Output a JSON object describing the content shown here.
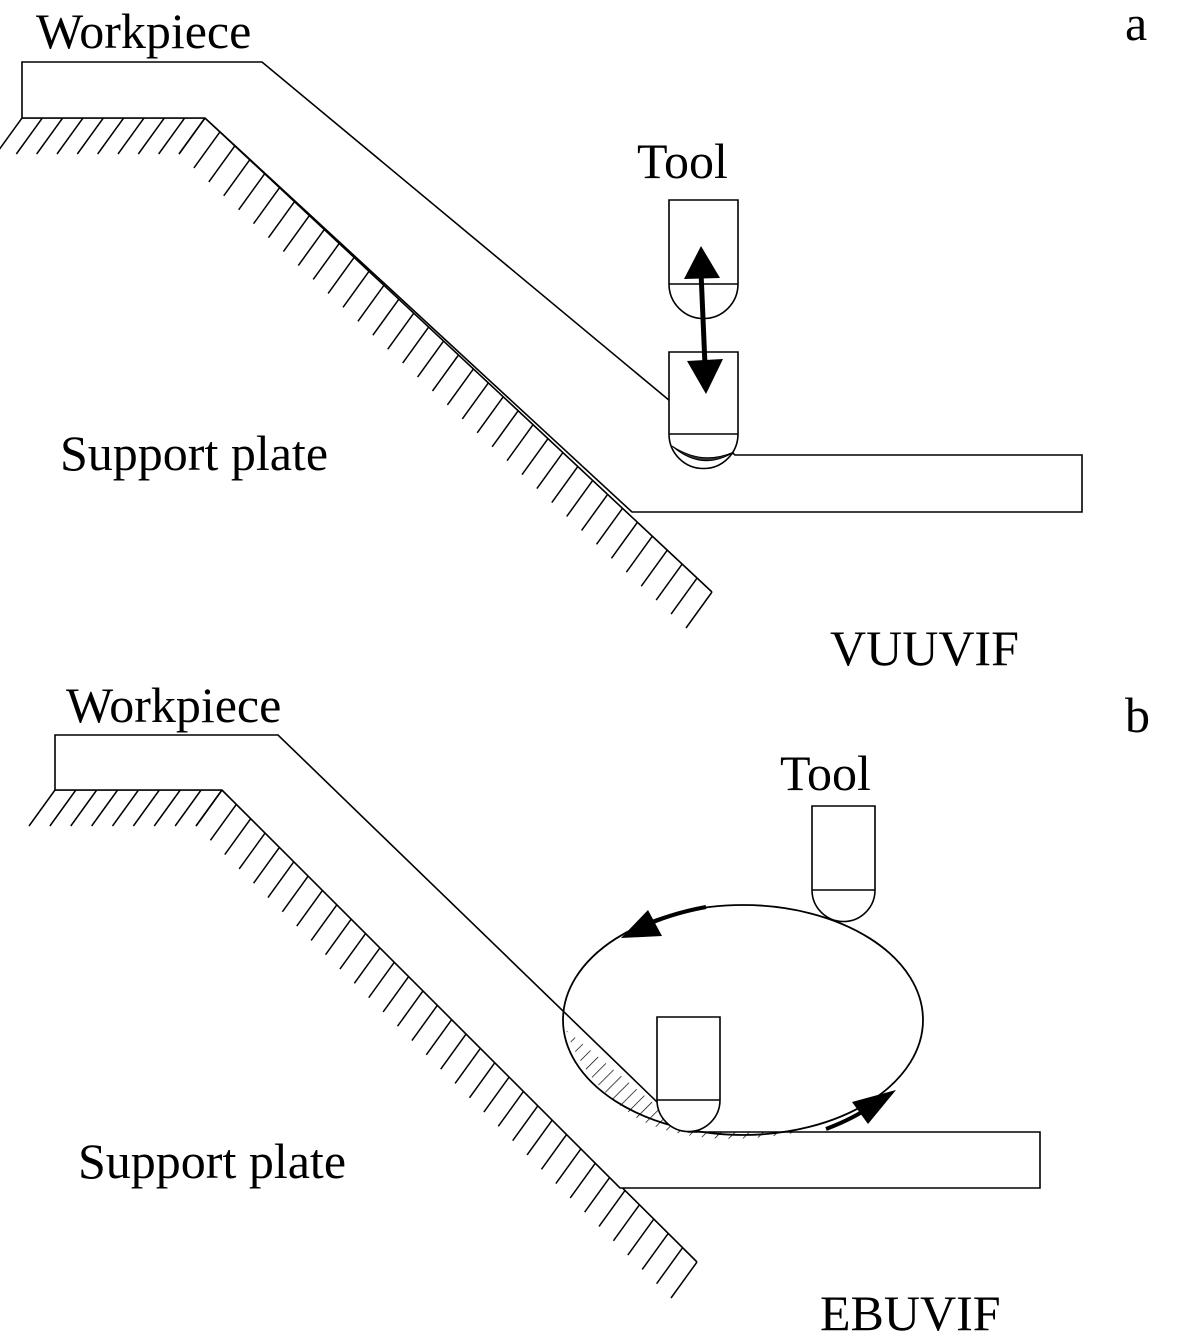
{
  "panels": [
    {
      "letter": "a",
      "workpiece_label": "Workpiece",
      "tool_label": "Tool",
      "support_label": "Support plate",
      "method_label": "VUUVIF"
    },
    {
      "letter": "b",
      "workpiece_label": "Workpiece",
      "tool_label": "Tool",
      "support_label": "Support plate",
      "method_label": "EBUVIF"
    }
  ]
}
